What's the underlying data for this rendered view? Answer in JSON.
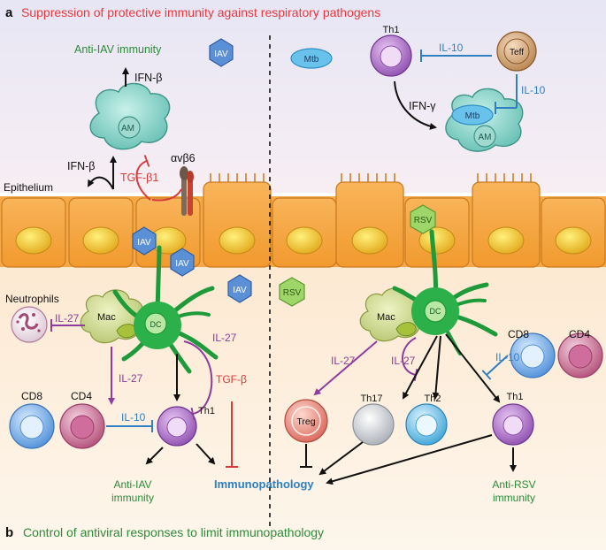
{
  "panels": {
    "a": {
      "letter": "a",
      "caption": "Suppression of protective immunity against respiratory pathogens"
    },
    "b": {
      "letter": "b",
      "caption": "Control of antiviral responses to limit immunopathology"
    }
  },
  "labels": {
    "anti_iav_immunity_top": "Anti-IAV immunity",
    "ifn_beta_up": "IFN-β",
    "ifn_beta_left": "IFN-β",
    "tgf_beta1": "TGF-β1",
    "integrin": "αvβ6",
    "epithelium": "Epithelium",
    "am_left": "AM",
    "iav": "IAV",
    "mtb": "Mtb",
    "th1": "Th1",
    "teff": "Teff",
    "il10": "IL-10",
    "ifn_gamma": "IFN-γ",
    "am_right": "AM",
    "rsv": "RSV",
    "neutrophils": "Neutrophils",
    "il27": "IL-27",
    "mac": "Mac",
    "dc": "DC",
    "tgf_beta": "TGF-β",
    "cd8": "CD8",
    "cd4": "CD4",
    "treg": "Treg",
    "th17": "Th17",
    "th2": "Th2",
    "anti_iav_line1": "Anti-IAV",
    "anti_iav_line2": "immunity",
    "immunopathology": "Immunopathology",
    "anti_rsv_line1": "Anti-RSV",
    "anti_rsv_line2": "immunity"
  },
  "colors": {
    "red_caption": "#e8383d",
    "green_caption": "#2e8b3a",
    "blue_label": "#2f7fc1",
    "purple_label": "#8e3c9e",
    "inhibit_red": "#d93a3a"
  }
}
